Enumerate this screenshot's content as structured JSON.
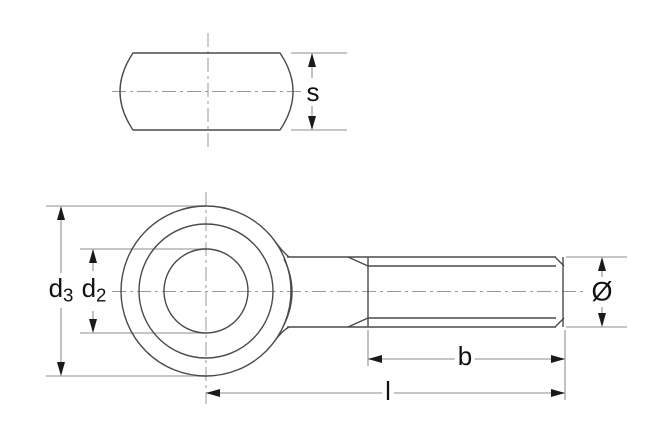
{
  "drawing": {
    "background": "#ffffff",
    "colors": {
      "outline": "#4a4a4a",
      "centerline": "#9a9a9a",
      "dimension_line": "#b3b3b3",
      "arrow": "#1a1a1a",
      "label": "#111111"
    },
    "labels": {
      "s": "s",
      "d3": {
        "base": "d",
        "sub": "3"
      },
      "d2": {
        "base": "d",
        "sub": "2"
      },
      "diameter": "Ø",
      "b": "b",
      "l": "l"
    }
  }
}
